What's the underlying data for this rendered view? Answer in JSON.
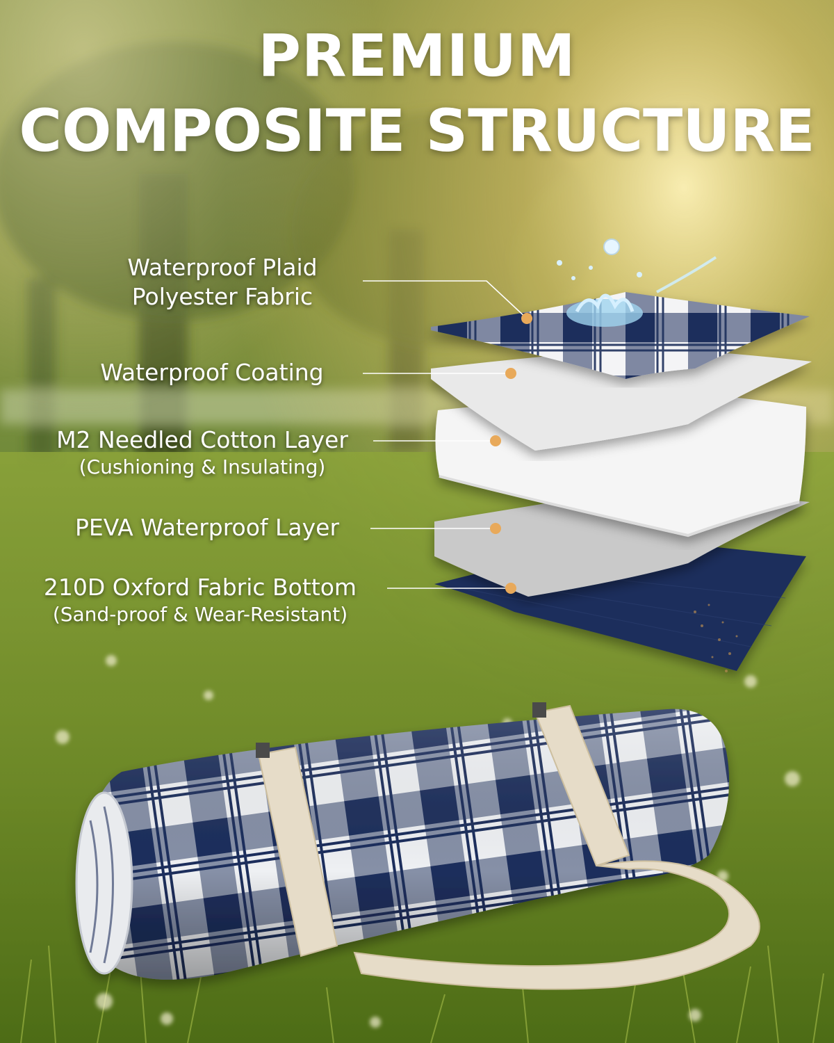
{
  "title": {
    "line1": "PREMIUM",
    "line2": "COMPOSITE STRUCTURE"
  },
  "layers": [
    {
      "name": "Waterproof Plaid",
      "name2": "Polyester Fabric",
      "note": ""
    },
    {
      "name": "Waterproof Coating",
      "name2": "",
      "note": ""
    },
    {
      "name": "M2 Needled Cotton Layer",
      "name2": "",
      "note": "(Cushioning & Insulating)"
    },
    {
      "name": "PEVA Waterproof Layer",
      "name2": "",
      "note": ""
    },
    {
      "name": "210D Oxford Fabric Bottom",
      "name2": "",
      "note": "(Sand-proof & Wear-Resistant)"
    }
  ],
  "colors": {
    "navy": "#1e2f5c",
    "dot": "#e8a95a",
    "cotton": "#f5f5f5",
    "coating": "#e9e9e9",
    "peva": "#c9c9c9",
    "strap": "#e6dcc8"
  }
}
